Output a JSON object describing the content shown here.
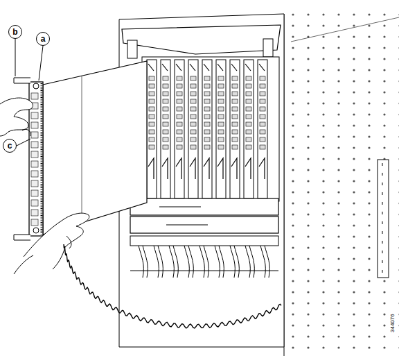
{
  "diagram": {
    "nodes": [
      {
        "text": [
          "b"
        ]
      },
      {
        "text": [
          "a"
        ]
      },
      {
        "text": [
          "c"
        ]
      }
    ],
    "labels": [
      "344076"
    ]
  }
}
